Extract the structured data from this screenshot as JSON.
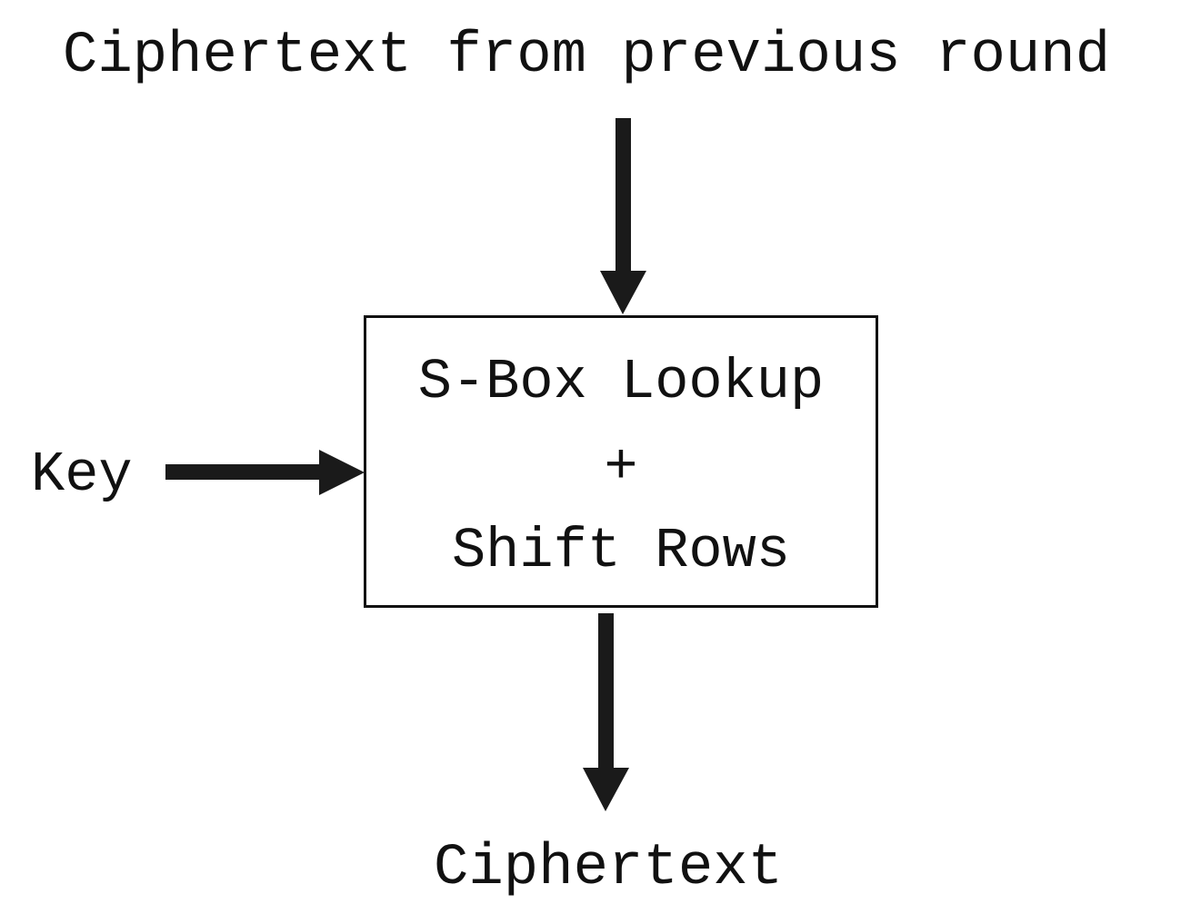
{
  "input": {
    "label": "Ciphertext from previous round"
  },
  "key": {
    "label": "Key"
  },
  "process": {
    "line1": "S-Box Lookup",
    "line2": "+",
    "line3": "Shift Rows"
  },
  "output": {
    "label": "Ciphertext"
  },
  "colors": {
    "ink": "#1a1a1a",
    "background": "#ffffff"
  }
}
